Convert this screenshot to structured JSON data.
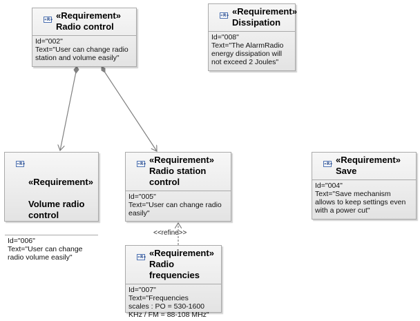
{
  "icon_text": "«R»",
  "requirements": [
    {
      "stereotype": "«Requirement»",
      "name": "Radio control",
      "id": "Id=\"002\"",
      "text": "Text=\"User can change radio\nstation and volume easily\""
    },
    {
      "stereotype": "«Requirement»",
      "name": "Dissipation",
      "id": "Id=\"008\"",
      "text": "Text=\"The AlarmRadio\nenergy dissipation will\nnot exceed 2 Joules\""
    },
    {
      "stereotype": "«Requirement»",
      "name": "Volume radio\ncontrol",
      "id": "Id=\"006\"",
      "text": "Text=\"User can change\nradio volume easily\""
    },
    {
      "stereotype": "«Requirement»",
      "name": "Radio station control",
      "id": "Id=\"005\"",
      "text": "Text=\"User can change radio\neasily\""
    },
    {
      "stereotype": "«Requirement»",
      "name": "Save",
      "id": "Id=\"004\"",
      "text": "Text=\"Save mechanism\nallows to keep settings even\nwith a power cut\""
    },
    {
      "stereotype": "«Requirement»",
      "name": "Radio frequencies",
      "id": "Id=\"007\"",
      "text": "Text=\"Frequencies\nscales : PO = 530-1600\nKHz / FM = 88-108 MHz\""
    }
  ],
  "connectors": [
    {
      "kind": "composition",
      "from": "Radio control",
      "to": "Volume radio\ncontrol"
    },
    {
      "kind": "composition",
      "from": "Radio control",
      "to": "Radio station control"
    },
    {
      "kind": "refine",
      "from": "Radio frequencies",
      "to": "Radio station control",
      "label": "<<refine>>"
    }
  ],
  "colors": {
    "border": "#a9a9a9",
    "line": "#808080",
    "icon": "#4a6fb0"
  }
}
